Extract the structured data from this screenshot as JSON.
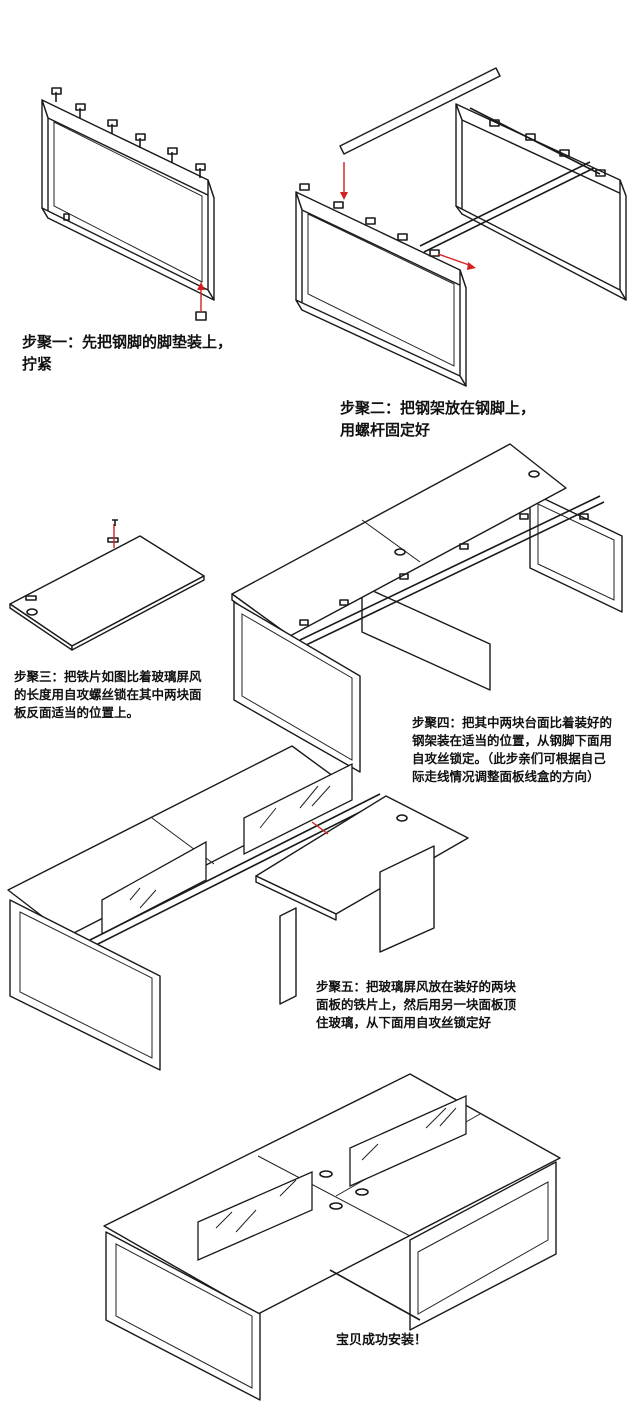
{
  "steps": [
    {
      "lines": [
        "步聚一：先把钢脚的脚垫装上，",
        "拧紧"
      ]
    },
    {
      "lines": [
        "步聚二：把钢架放在钢脚上，",
        "用螺杆固定好"
      ]
    },
    {
      "lines": [
        "步聚三：把铁片如图比着玻璃屏风",
        "的长度用自攻螺丝锁在其中两块面",
        "板反面适当的位置上。"
      ]
    },
    {
      "lines": [
        "步聚四：把其中两块台面比着装好的",
        "钢架装在适当的位置，从钢脚下面用",
        "自攻丝锁定。（此步亲们可根据自己",
        "际走线情况调整面板线盒的方向）"
      ]
    },
    {
      "lines": [
        "步聚五：把玻璃屏风放在装好的两块",
        "面板的铁片上，然后用另一块面板顶",
        "住玻璃，从下面用自攻丝锁定好"
      ]
    }
  ],
  "completion": "宝贝成功安装！",
  "colors": {
    "line": "#1a1a1a",
    "arrow": "#d42020",
    "background": "#ffffff"
  }
}
